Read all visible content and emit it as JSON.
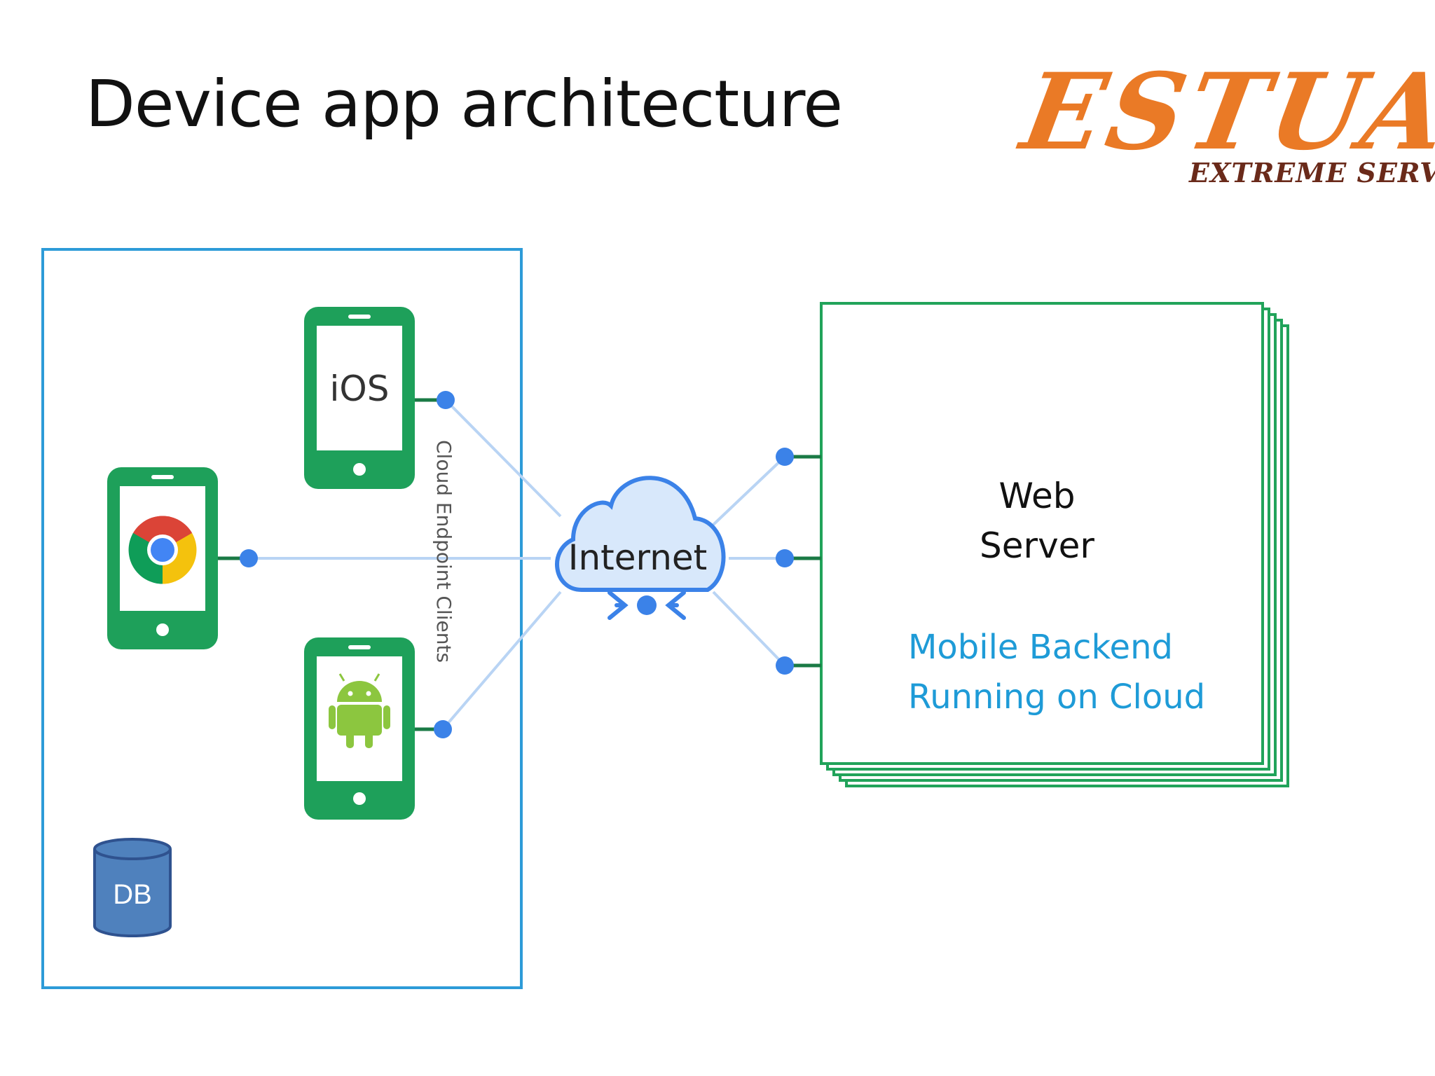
{
  "slide": {
    "title": "Device app architecture"
  },
  "logo": {
    "name": "ESTUATE",
    "tagline": "EXTREME SERVICE",
    "color": "#ea7a26",
    "tagline_color": "#6a2a1a"
  },
  "clients": {
    "group_label": "Cloud Endpoint Clients",
    "ios_label": "iOS",
    "chrome_icon": "chrome-icon",
    "android_icon": "android-icon",
    "border_color": "#2d9bd8"
  },
  "internet": {
    "label": "Internet"
  },
  "server": {
    "title_line1": "Web",
    "title_line2": "Server",
    "subtitle_line1": "Mobile Backend",
    "subtitle_line2": "Running on Cloud",
    "border_color": "#21a35a",
    "subtitle_color": "#1e9bd7"
  },
  "database": {
    "label": "DB"
  },
  "colors": {
    "phone_green": "#1ea05a",
    "connector_blue": "#3b82e8",
    "line_blue": "#b9d4f4",
    "cloud_fill": "#d8e8fb",
    "cloud_stroke": "#3b82e8",
    "db_fill": "#4f81bd",
    "db_stroke": "#2f528f"
  }
}
